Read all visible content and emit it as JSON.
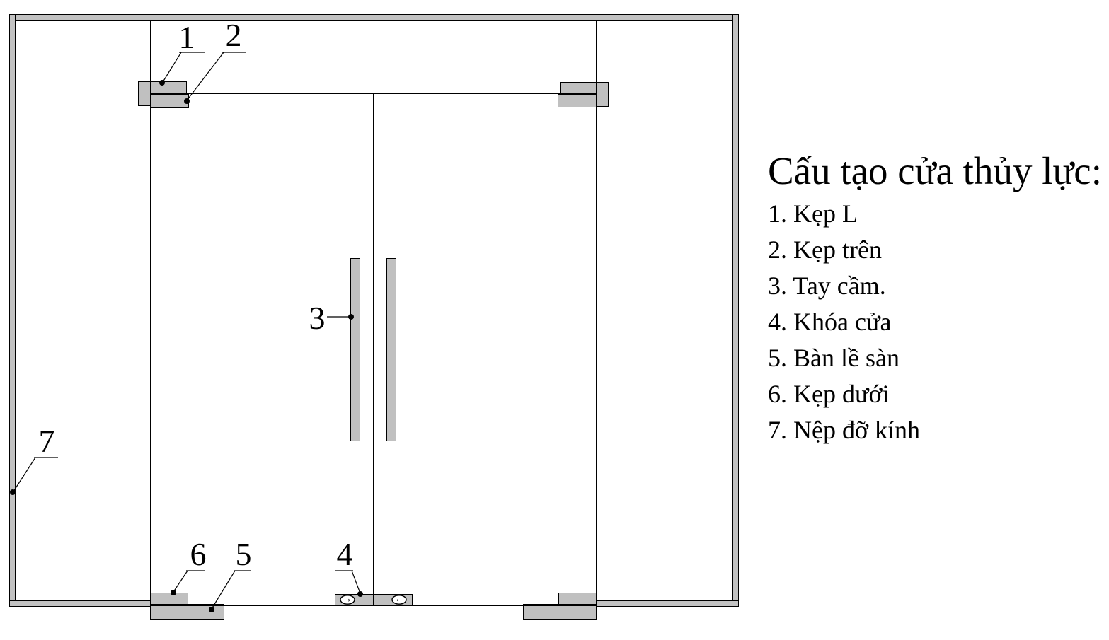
{
  "legend": {
    "title": "Cấu tạo cửa thủy lực:",
    "items": [
      {
        "text": "1. Kẹp L"
      },
      {
        "text": "2. Kẹp trên"
      },
      {
        "text": "3. Tay cầm."
      },
      {
        "text": "4. Khóa cửa"
      },
      {
        "text": "5. Bàn lề sàn"
      },
      {
        "text": "6. Kẹp dưới"
      },
      {
        "text": "7. Nệp đỡ kính"
      }
    ]
  },
  "callouts": {
    "n1": "1",
    "n2": "2",
    "n3": "3",
    "n4": "4",
    "n5": "5",
    "n6": "6",
    "n7": "7"
  },
  "locks": {
    "left_cylinder_arrow": "→",
    "right_cylinder_arrow": "←"
  },
  "colors": {
    "frame_gray": "#c2c2c2",
    "block_gray": "#c0c0c0",
    "line": "#000000"
  }
}
